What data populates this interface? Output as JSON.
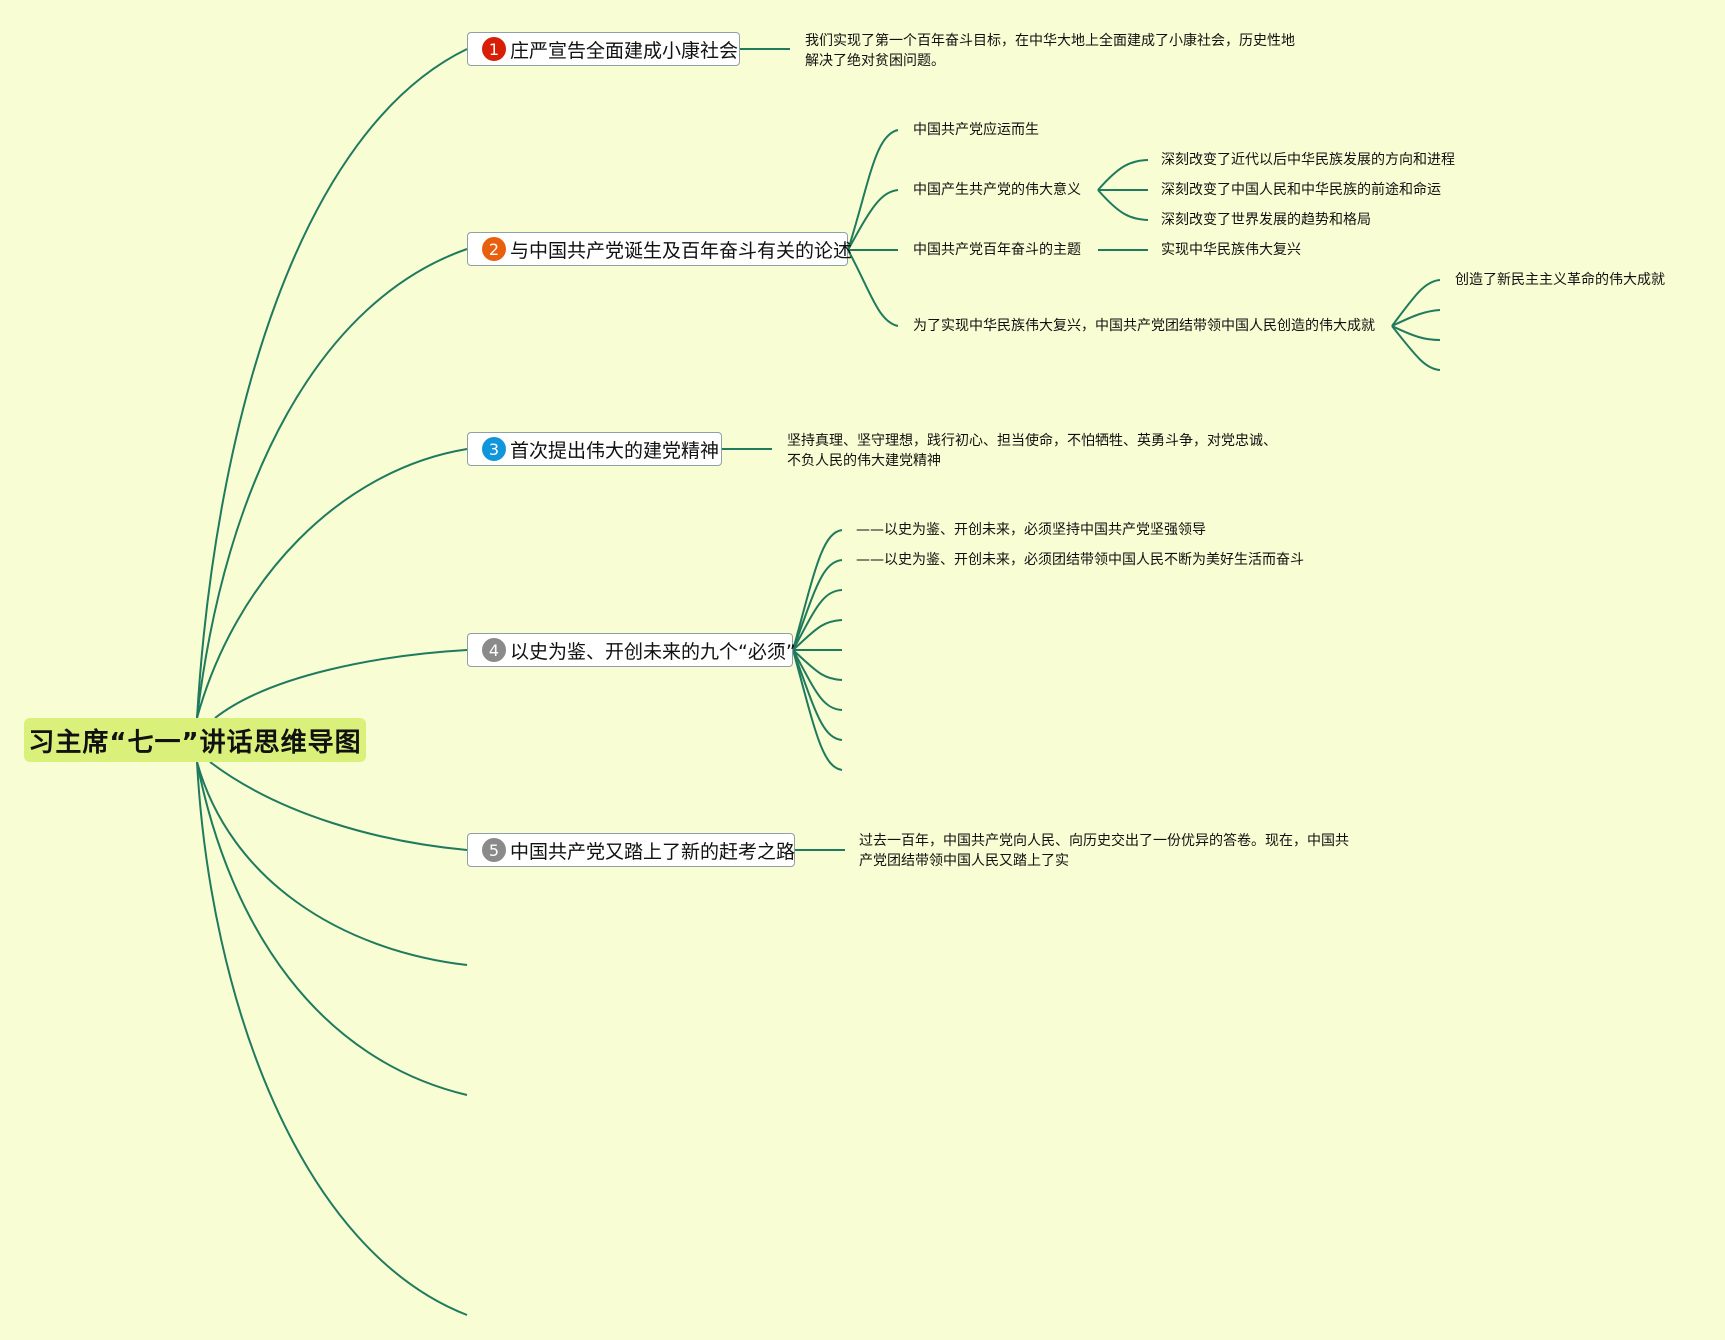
{
  "root": {
    "title": "习主席“七一”讲话思维导图"
  },
  "topics": [
    {
      "label": "庄严宣告全面建成小康社会",
      "marker": "1",
      "marker_color": "#d81e06"
    },
    {
      "label": "与中国共产党诞生及百年奋斗有关的论述",
      "marker": "2",
      "marker_color": "#e8600d"
    },
    {
      "label": "首次提出伟大的建党精神",
      "marker": "3",
      "marker_color": "#1296db"
    },
    {
      "label": "以史为鉴、开创未来的九个“必须”",
      "marker": "4",
      "marker_color": "#8a8a8a"
    },
    {
      "label": "中国共产党又踏上了新的赶考之路",
      "marker": "5",
      "marker_color": "#8a8a8a"
    }
  ],
  "t1": {
    "note": "我们实现了第一个百年奋斗目标，在中华大地上全面建成了小康社会，历史性地解决了绝对贫困问题。"
  },
  "t2": {
    "children": [
      "中国共产党应运而生",
      "中国产生共产党的伟大意义",
      "中国共产党百年奋斗的主题",
      "为了实现中华民族伟大复兴，中国共产党团结带领中国人民创造的伟大成就"
    ],
    "significance": [
      "深刻改变了近代以后中华民族发展的方向和进程",
      "深刻改变了中国人民和中华民族的前途和命运",
      "深刻改变了世界发展的趋势和格局"
    ],
    "theme": "实现中华民族伟大复兴",
    "achievements": [
      "创造了新民主主义革命的伟大成就"
    ]
  },
  "t3": {
    "note": "坚持真理、坚守理想，践行初心、担当使命，不怕牺牲、英勇斗争，对党忠诚、不负人民的伟大建党精神"
  },
  "t4": {
    "items": [
      "——以史为鉴、开创未来，必须坚持中国共产党坚强领导",
      "——以史为鉴、开创未来，必须团结带领中国人民不断为美好生活而奋斗"
    ]
  },
  "t5": {
    "note": "过去一百年，中国共产党向人民、向历史交出了一份优异的答卷。现在，中国共产党团结带领中国人民又踏上了实"
  },
  "line_color": "#1f7a5e",
  "background": "#f8fdd3"
}
